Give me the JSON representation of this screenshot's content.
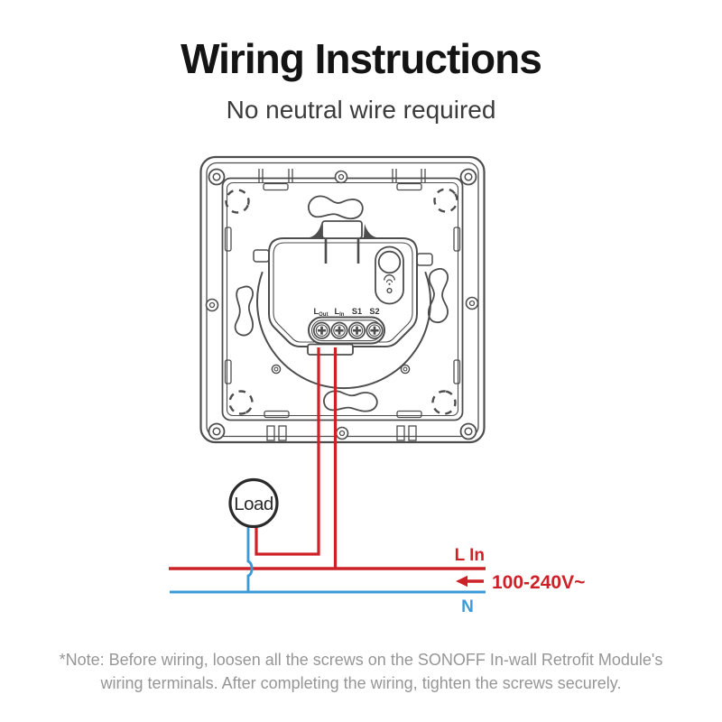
{
  "header": {
    "title": "Wiring Instructions",
    "subtitle": "No neutral wire required"
  },
  "diagram": {
    "load_label": "Load",
    "terminal_labels": [
      {
        "main": "L",
        "sub": "Out"
      },
      {
        "main": "L",
        "sub": "In"
      },
      {
        "main": "S1",
        "sub": ""
      },
      {
        "main": "S2",
        "sub": ""
      }
    ],
    "wiring_labels": {
      "live_in": "L In",
      "voltage": "100-240V~",
      "neutral": "N"
    },
    "icons": {
      "module_indicator": "wifi-icon"
    },
    "colors": {
      "live_wire": "#cd2127",
      "neutral_wire": "#3b9bd8",
      "outline": "#4d4d4d"
    }
  },
  "note": {
    "line1": "*Note: Before wiring, loosen all the screws on the SONOFF In-wall Retrofit Module's",
    "line2": "wiring terminals. After completing the wiring, tighten the screws securely."
  }
}
